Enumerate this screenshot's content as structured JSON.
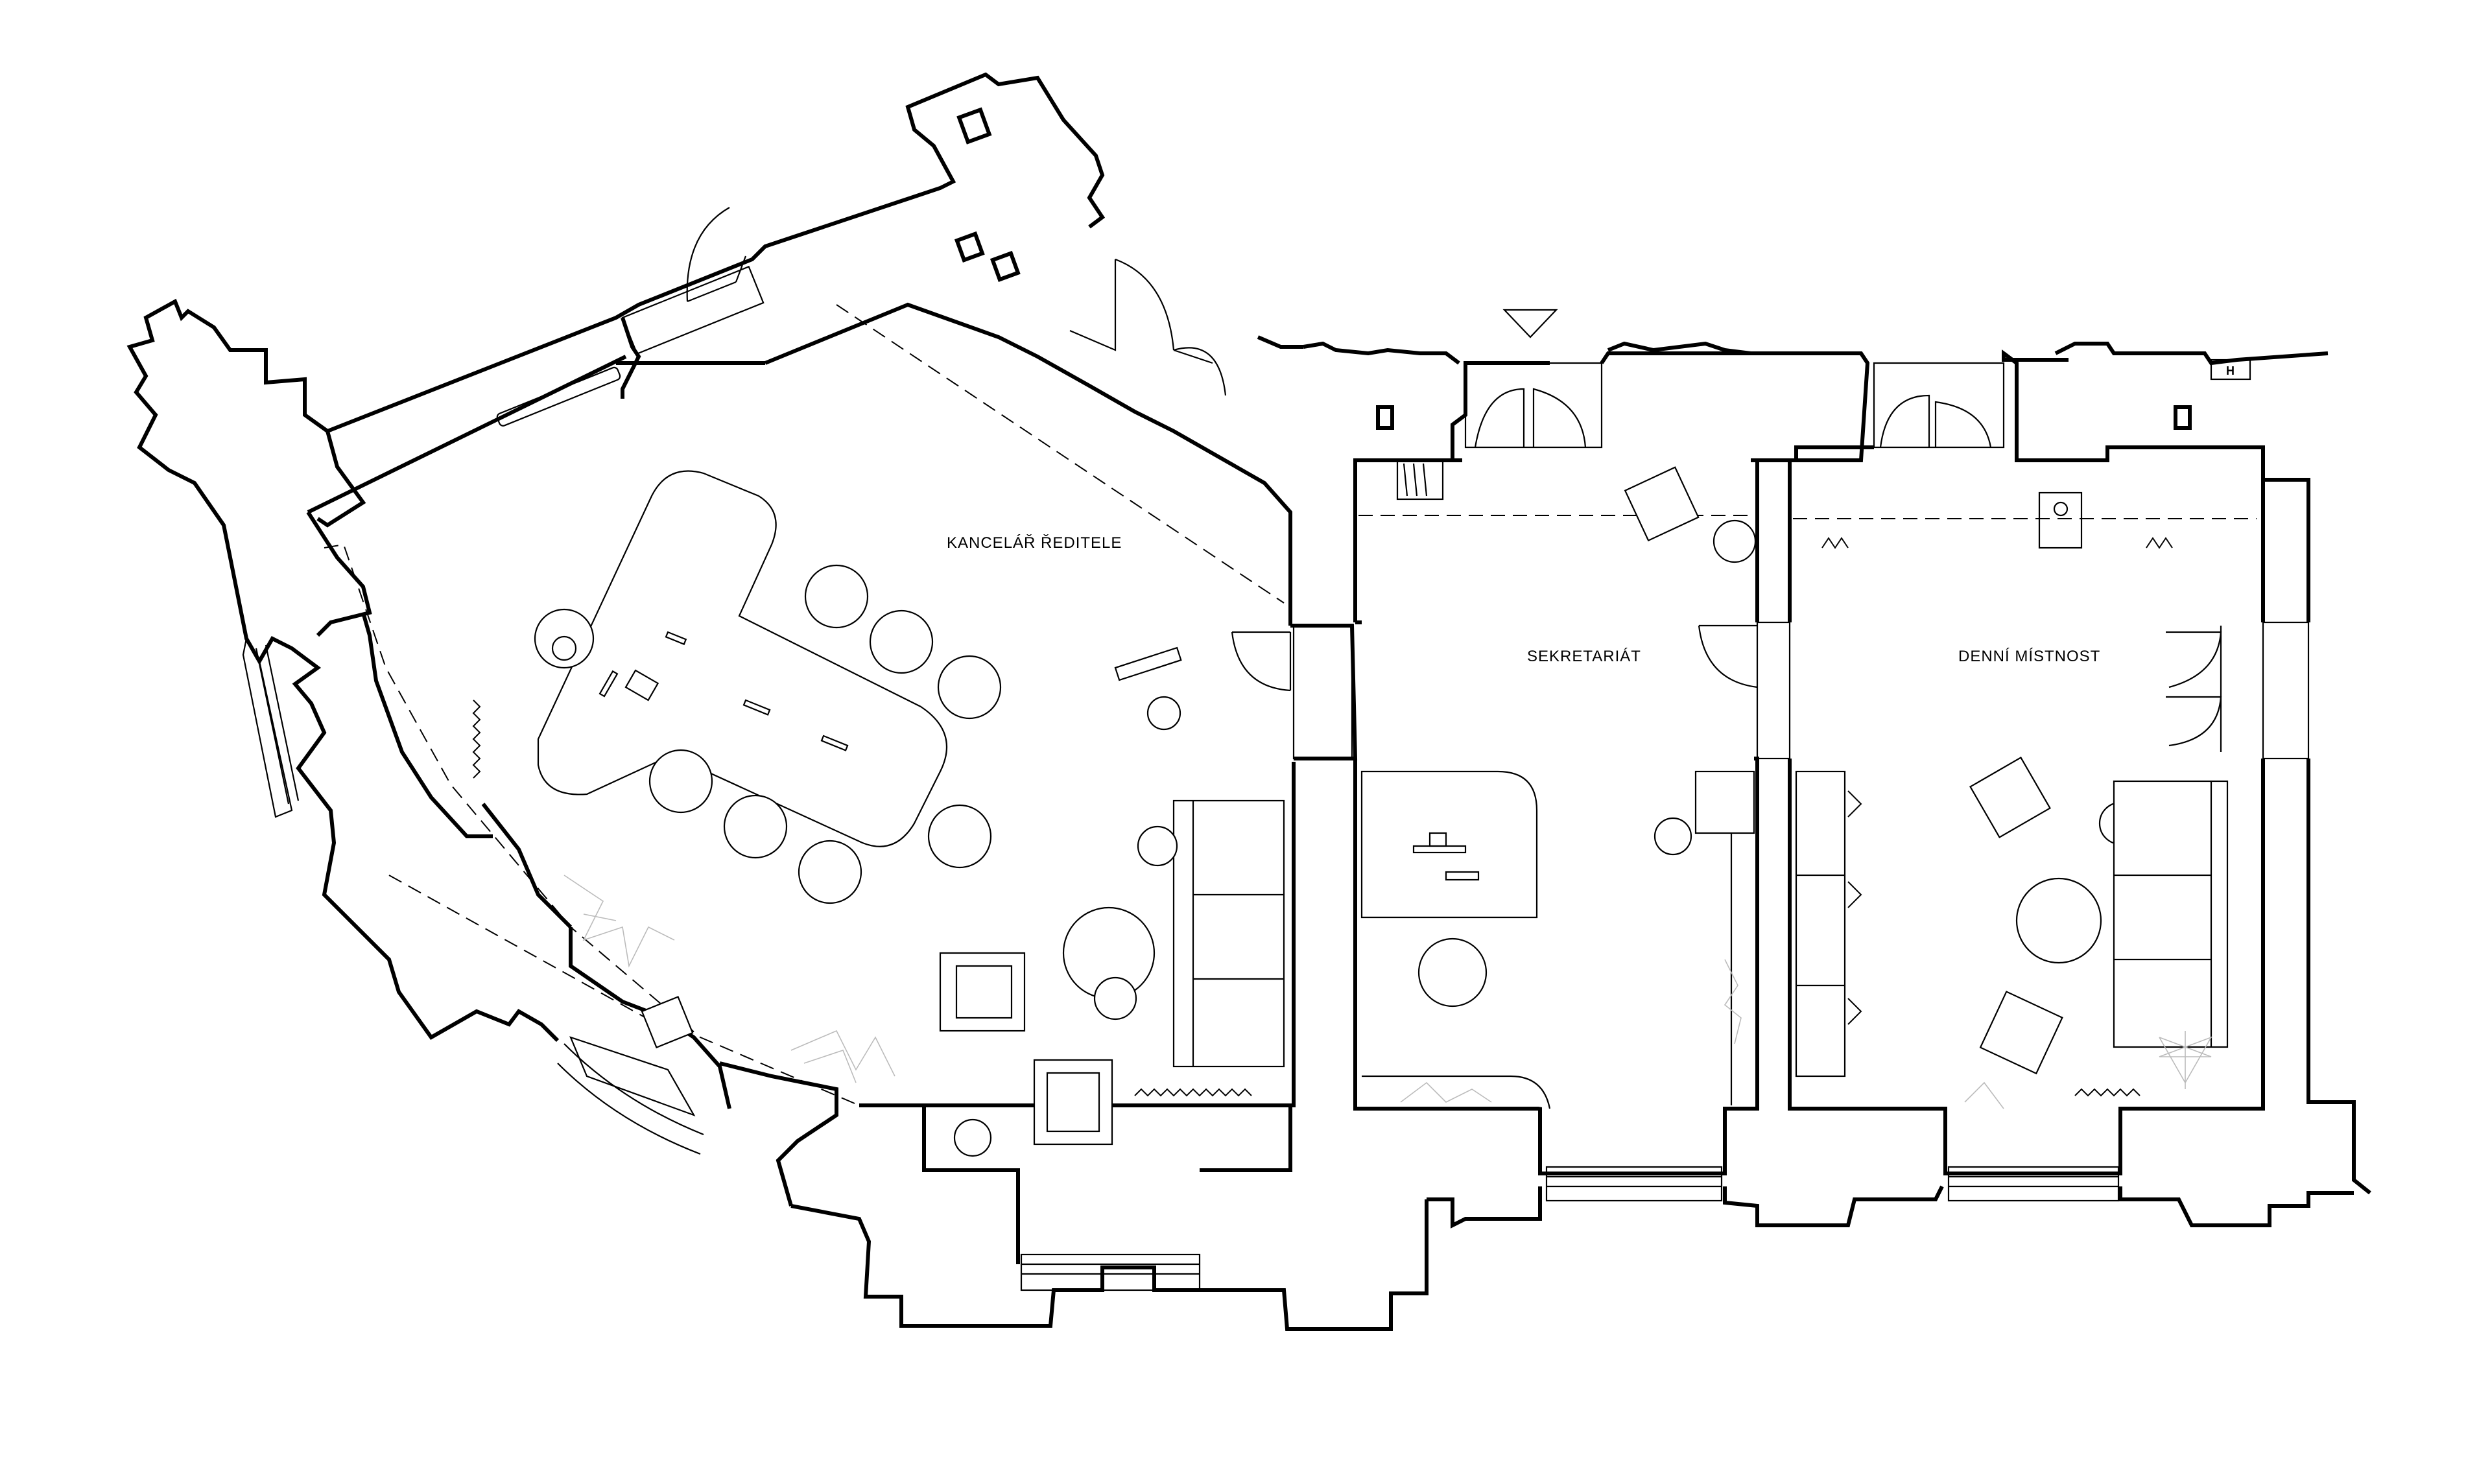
{
  "rooms": [
    {
      "id": "director",
      "label": "KANCELÁŘ ŘEDITELE"
    },
    {
      "id": "secretariat",
      "label": "SEKRETARIÁT"
    },
    {
      "id": "day-room",
      "label": "DENNÍ MÍSTNOST"
    }
  ],
  "marks": {
    "hydrant": "H"
  },
  "icons": {
    "entrance": "entrance-arrow-icon"
  }
}
